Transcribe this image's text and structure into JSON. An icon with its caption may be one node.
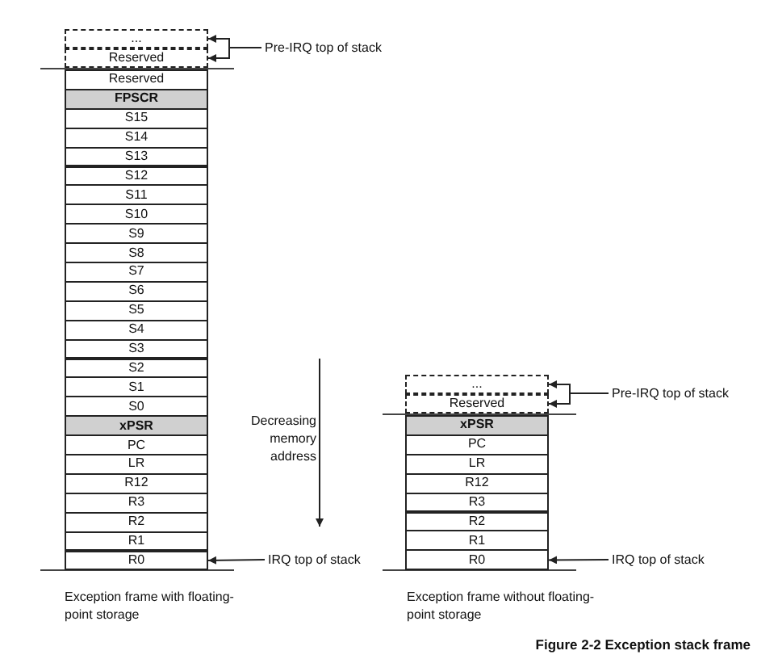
{
  "diagram": {
    "caption": "Figure 2-2 Exception stack frame",
    "nodes": [
      {
        "text": [
          "..."
        ]
      },
      {
        "text": [
          "Reserved"
        ]
      },
      {
        "text": [
          "Reserved"
        ]
      },
      {
        "text": [
          "FPSCR"
        ]
      },
      {
        "text": [
          "S15"
        ]
      },
      {
        "text": [
          "S14"
        ]
      },
      {
        "text": [
          "S13"
        ]
      },
      {
        "text": [
          "S12"
        ]
      },
      {
        "text": [
          "S11"
        ]
      },
      {
        "text": [
          "S10"
        ]
      },
      {
        "text": [
          "S9"
        ]
      },
      {
        "text": [
          "S8"
        ]
      },
      {
        "text": [
          "S7"
        ]
      },
      {
        "text": [
          "S6"
        ]
      },
      {
        "text": [
          "S5"
        ]
      },
      {
        "text": [
          "S4"
        ]
      },
      {
        "text": [
          "S3"
        ]
      },
      {
        "text": [
          "S2"
        ]
      },
      {
        "text": [
          "S1"
        ]
      },
      {
        "text": [
          "S0"
        ]
      },
      {
        "text": [
          "xPSR"
        ]
      },
      {
        "text": [
          "PC"
        ]
      },
      {
        "text": [
          "LR"
        ]
      },
      {
        "text": [
          "R12"
        ]
      },
      {
        "text": [
          "R3"
        ]
      },
      {
        "text": [
          "R2"
        ]
      },
      {
        "text": [
          "R1"
        ]
      },
      {
        "text": [
          "R0"
        ]
      },
      {
        "text": [
          "Pre-IRQ top of stack"
        ]
      },
      {
        "text": [
          "IRQ top of stack"
        ]
      },
      {
        "text": [
          "..."
        ]
      },
      {
        "text": [
          "Reserved"
        ]
      },
      {
        "text": [
          "xPSR"
        ]
      },
      {
        "text": [
          "PC"
        ]
      },
      {
        "text": [
          "LR"
        ]
      },
      {
        "text": [
          "R12"
        ]
      },
      {
        "text": [
          "R3"
        ]
      },
      {
        "text": [
          "R2"
        ]
      },
      {
        "text": [
          "R1"
        ]
      },
      {
        "text": [
          "R0"
        ]
      },
      {
        "text": [
          "Pre-IRQ top of stack"
        ]
      },
      {
        "text": [
          "IRQ top of stack"
        ]
      }
    ],
    "edges": [
      {
        "from": 28,
        "to": 0,
        "arrow": "to"
      },
      {
        "from": 28,
        "to": 1,
        "arrow": "to"
      },
      {
        "from": 29,
        "to": 27,
        "arrow": "to"
      },
      {
        "from": 40,
        "to": 30,
        "arrow": "to"
      },
      {
        "from": 40,
        "to": 31,
        "arrow": "to"
      },
      {
        "from": 41,
        "to": 39,
        "arrow": "to"
      }
    ],
    "labels": [
      "Decreasing memory address",
      "Exception frame with floating-point storage",
      "Exception frame without floating-point storage"
    ]
  }
}
